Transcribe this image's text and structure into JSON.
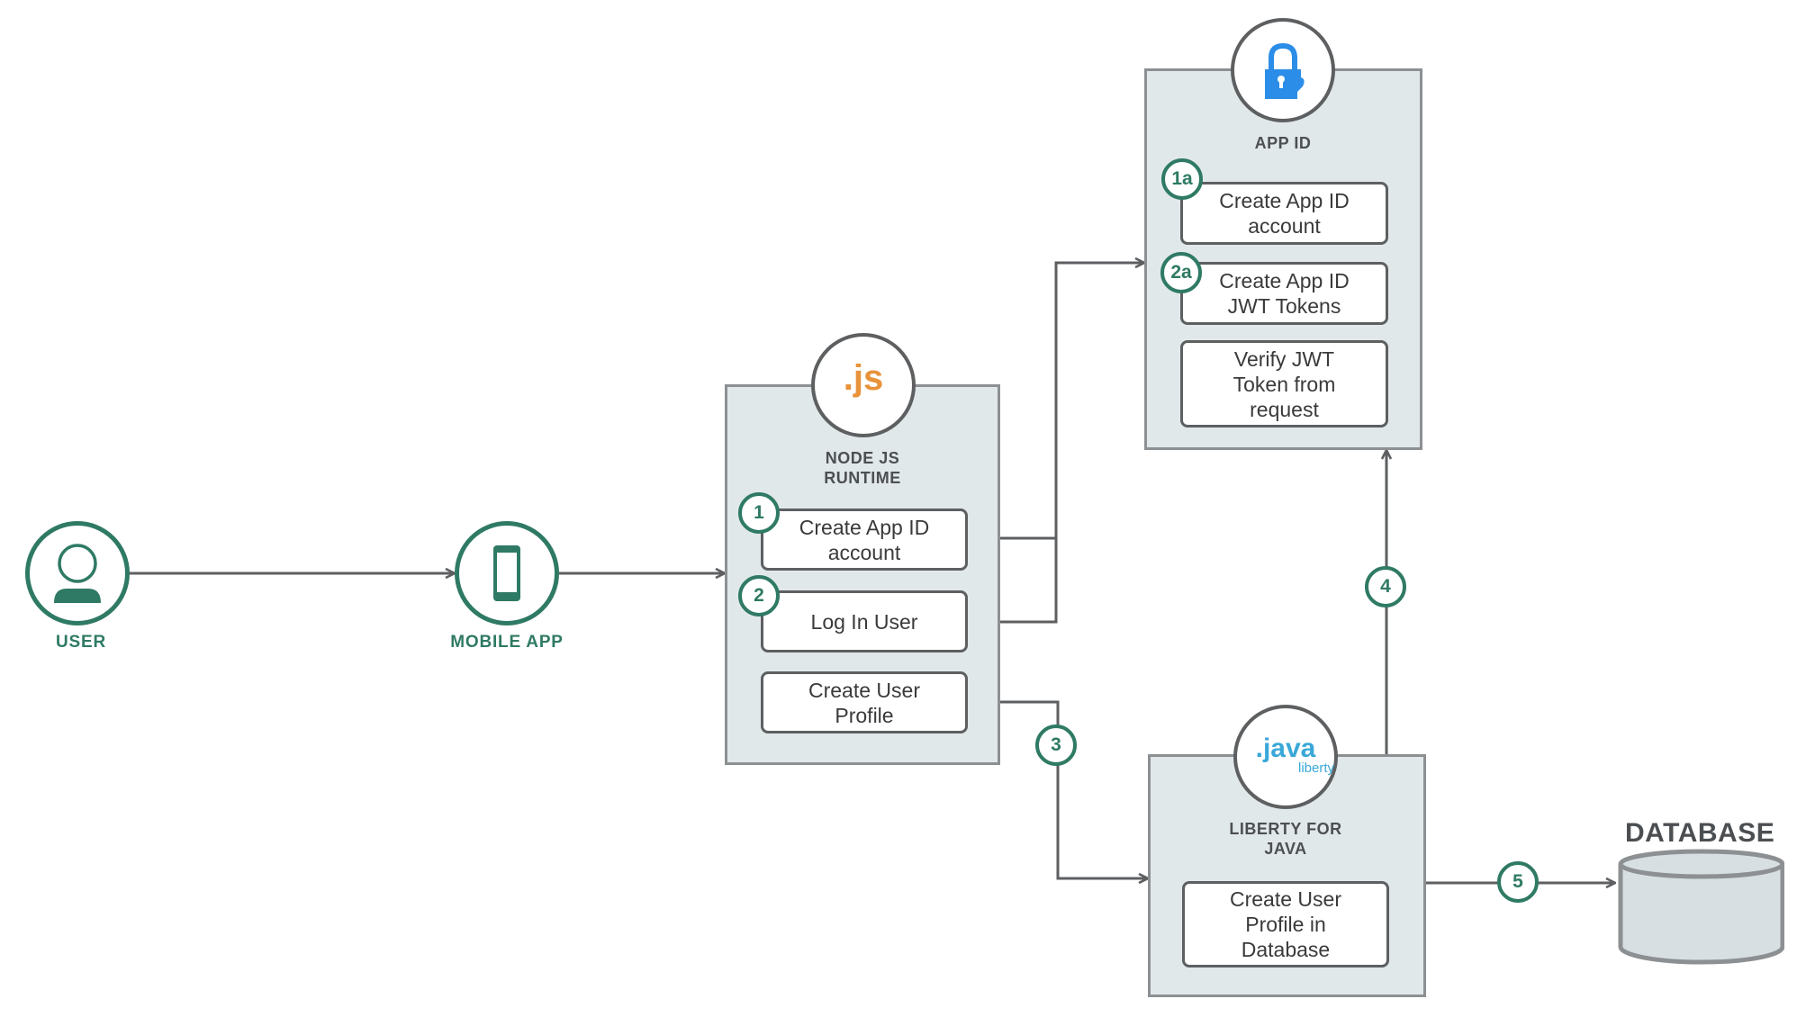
{
  "actors": {
    "user": {
      "label": "USER",
      "icon": "person-icon"
    },
    "mobile_app": {
      "label": "MOBILE APP",
      "icon": "smartphone-icon"
    }
  },
  "nodejs": {
    "logo_text": ".js",
    "title": "NODE JS\nRUNTIME",
    "steps": [
      {
        "badge": "1",
        "label": "Create App ID\naccount"
      },
      {
        "badge": "2",
        "label": "Log In User"
      },
      {
        "badge": "",
        "label": "Create User\nProfile"
      }
    ]
  },
  "appid": {
    "icon": "lock-icon",
    "title": "APP ID",
    "steps": [
      {
        "badge": "1a",
        "label": "Create App ID\naccount"
      },
      {
        "badge": "2a",
        "label": "Create App ID\nJWT Tokens"
      },
      {
        "badge": "",
        "label": "Verify JWT\nToken from\nrequest"
      }
    ]
  },
  "liberty": {
    "logo_text": ".java",
    "logo_sub": "liberty",
    "title": "LIBERTY FOR\nJAVA",
    "steps": [
      {
        "badge": "",
        "label": "Create User\nProfile in\nDatabase"
      }
    ]
  },
  "connector_badges": {
    "step3": "3",
    "step4": "4",
    "step5": "5"
  },
  "database": {
    "label": "DATABASE",
    "icon": "database-cylinder-icon"
  },
  "colors": {
    "accent_green": "#2f7a64",
    "panel_fill": "#e1e8ea",
    "line_gray": "#5d5f61",
    "js_orange": "#e8923a",
    "java_blue": "#3aa8d8",
    "lock_blue": "#2b8de8"
  }
}
